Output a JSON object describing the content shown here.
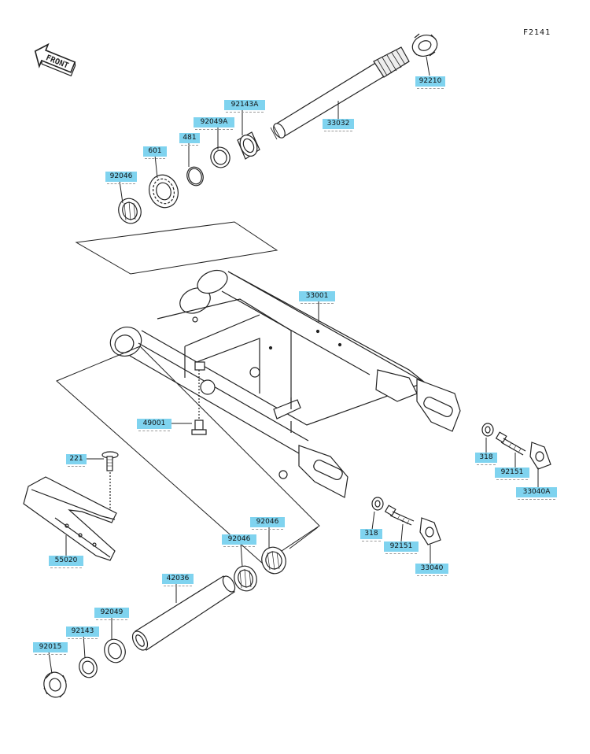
{
  "figure_id": "F2141",
  "front_label": "FRONT",
  "parts": {
    "p92210": "92210",
    "p33032": "33032",
    "p92143A": "92143A",
    "p92049A": "92049A",
    "p481": "481",
    "p601": "601",
    "p92046_top": "92046",
    "p33001": "33001",
    "p49001": "49001",
    "p221": "221",
    "p55020": "55020",
    "p318_right": "318",
    "p92151_right": "92151",
    "p33040A": "33040A",
    "p318_mid": "318",
    "p92151_mid": "92151",
    "p33040": "33040",
    "p92046_a": "92046",
    "p92046_b": "92046",
    "p42036": "42036",
    "p92049": "92049",
    "p92143": "92143",
    "p92015": "92015"
  },
  "colors": {
    "label_bg": "#7fd3ef",
    "line": "#222222"
  }
}
